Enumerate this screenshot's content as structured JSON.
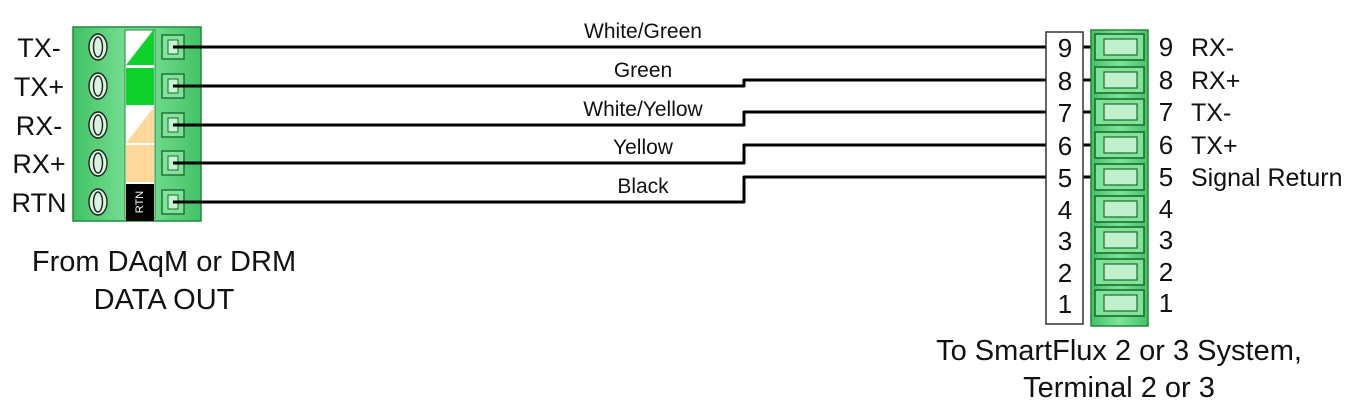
{
  "source": {
    "caption_line1": "From DAqM or DRM",
    "caption_line2": "DATA OUT",
    "rtn_block_text": "RTN",
    "pins": [
      {
        "label": "TX-",
        "stripe": "white-green"
      },
      {
        "label": "TX+",
        "stripe": "green"
      },
      {
        "label": "RX-",
        "stripe": "white-yellow"
      },
      {
        "label": "RX+",
        "stripe": "yellow"
      },
      {
        "label": "RTN",
        "stripe": "black"
      }
    ]
  },
  "destination": {
    "caption_line1": "To SmartFlux 2 or 3 System,",
    "caption_line2": "Terminal 2 or 3",
    "terminals": [
      {
        "num": "9",
        "label": "RX-"
      },
      {
        "num": "8",
        "label": "RX+"
      },
      {
        "num": "7",
        "label": "TX-"
      },
      {
        "num": "6",
        "label": "TX+"
      },
      {
        "num": "5",
        "label": "Signal Return"
      },
      {
        "num": "4",
        "label": ""
      },
      {
        "num": "3",
        "label": ""
      },
      {
        "num": "2",
        "label": ""
      },
      {
        "num": "1",
        "label": ""
      }
    ]
  },
  "wires": [
    {
      "color_name": "White/Green",
      "from_pin": "TX-",
      "to_terminal": "9"
    },
    {
      "color_name": "Green",
      "from_pin": "TX+",
      "to_terminal": "8"
    },
    {
      "color_name": "White/Yellow",
      "from_pin": "RX-",
      "to_terminal": "7"
    },
    {
      "color_name": "Yellow",
      "from_pin": "RX+",
      "to_terminal": "6"
    },
    {
      "color_name": "Black",
      "from_pin": "RTN",
      "to_terminal": "5"
    }
  ],
  "colors": {
    "connector_green": "#5fcf7c",
    "connector_dark": "#1f8a3c",
    "wire_green": "#0fd12c",
    "wire_yellow": "#ffd89a",
    "wire_black": "#000000"
  }
}
